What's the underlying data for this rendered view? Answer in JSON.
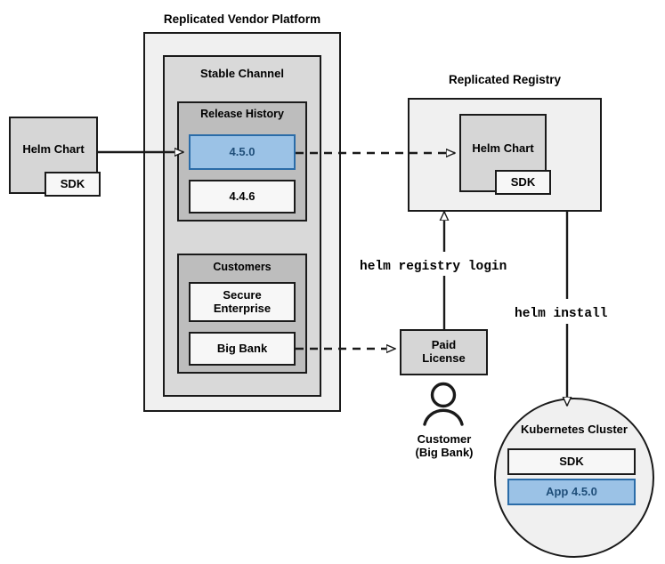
{
  "diagram": {
    "title_vendor_platform": "Replicated Vendor Platform",
    "title_registry": "Replicated Registry",
    "stable_channel": "Stable Channel",
    "release_history": "Release History",
    "customers": "Customers"
  },
  "left_chart": {
    "name": "Helm Chart",
    "sdk": "SDK"
  },
  "releases": [
    {
      "version": "4.5.0",
      "highlighted": true
    },
    {
      "version": "4.4.6",
      "highlighted": false
    }
  ],
  "customers": [
    {
      "name": "Secure\nEnterprise"
    },
    {
      "name": "Big Bank"
    }
  ],
  "registry": {
    "chart_name": "Helm Chart",
    "sdk": "SDK"
  },
  "license": {
    "label": "Paid\nLicense"
  },
  "customer_actor": {
    "icon": "person-icon",
    "label": "Customer\n(Big Bank)"
  },
  "commands": {
    "registry_login": "helm registry login",
    "install": "helm install"
  },
  "cluster": {
    "title": "Kubernetes Cluster",
    "items": [
      {
        "label": "SDK",
        "highlighted": false
      },
      {
        "label": "App 4.5.0",
        "highlighted": true
      }
    ]
  },
  "colors": {
    "accent_blue_fill": "#9bc2e6",
    "accent_blue_border": "#2b6ca8",
    "accent_blue_text": "#1f4e79",
    "stroke": "#1a1a1a",
    "fill_outer": "#f0f0f0",
    "fill_mid": "#d9d9d9",
    "fill_inner": "#bdbdbd",
    "fill_white": "#f7f7f7",
    "fill_gray": "#d6d6d6"
  }
}
